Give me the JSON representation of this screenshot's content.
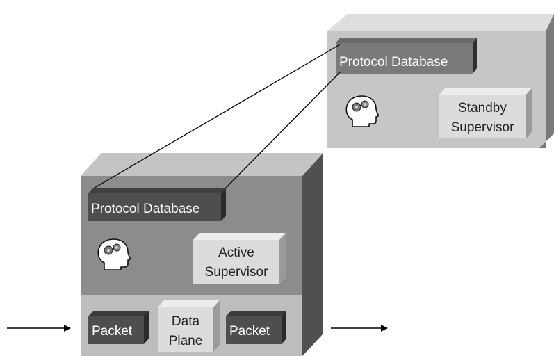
{
  "standby": {
    "protocol_db_label": "Protocol Database",
    "supervisor_label_line1": "Standby",
    "supervisor_label_line2": "Supervisor"
  },
  "active": {
    "protocol_db_label": "Protocol Database",
    "supervisor_label_line1": "Active",
    "supervisor_label_line2": "Supervisor"
  },
  "data_plane": {
    "ingress_packet_label": "Packet",
    "plane_label_line1": "Data",
    "plane_label_line2": "Plane",
    "egress_packet_label": "Packet"
  },
  "icons": {
    "standby_head": "brain-gears-icon",
    "active_head": "brain-gears-icon",
    "arrows": "arrow-right-icon"
  },
  "colors": {
    "box_front": "#8c8c8c",
    "box_top": "#c4c4c4",
    "box_side": "#505050",
    "standby_front": "#c6c6c6",
    "standby_top": "#dedede",
    "standby_side": "#7a7a7a",
    "db_block": "#4e4e4e",
    "supervisor_block": "#dcdcdc",
    "data_plane_band": "#bdbdbd"
  }
}
